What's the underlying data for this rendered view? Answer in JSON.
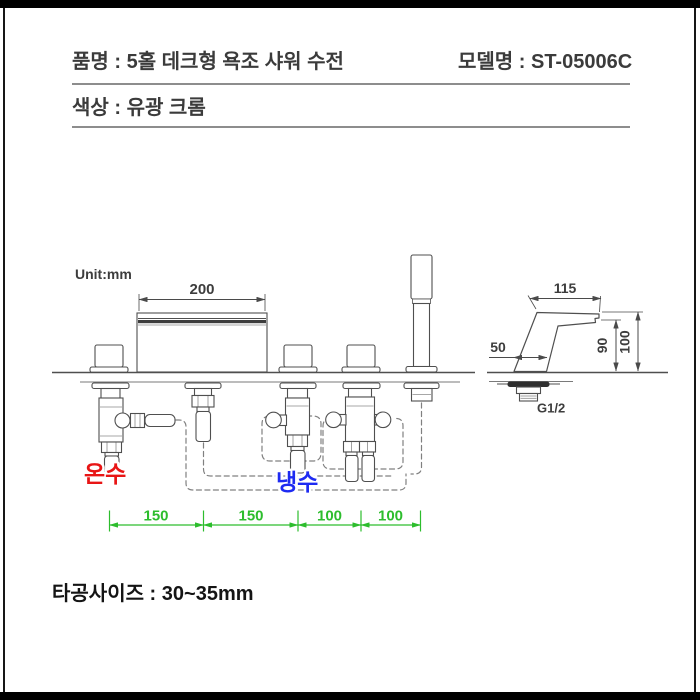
{
  "header": {
    "product_label": "품명 : 5홀 데크형 욕조 샤워 수전",
    "model_label": "모델명 : ST-05006C",
    "color_label": "색상 : 유광 크롬"
  },
  "drawing": {
    "unit_note": "Unit:mm",
    "main": {
      "spout_width": "200",
      "hot_label": "온수",
      "cold_label": "냉수",
      "spacing": [
        "150",
        "150",
        "100",
        "100"
      ]
    },
    "side": {
      "reach": "115",
      "base": "50",
      "height_spout": "90",
      "height_total": "100",
      "thread": "G1/2"
    },
    "colors": {
      "dimension_green": "#2dbd2d",
      "hot_red": "#e81515",
      "cold_blue": "#1e2bf2",
      "line_gray": "#4f4f4f",
      "border_black": "#000000"
    }
  },
  "footer": {
    "hole_size_label": "타공사이즈 : 30~35mm"
  }
}
